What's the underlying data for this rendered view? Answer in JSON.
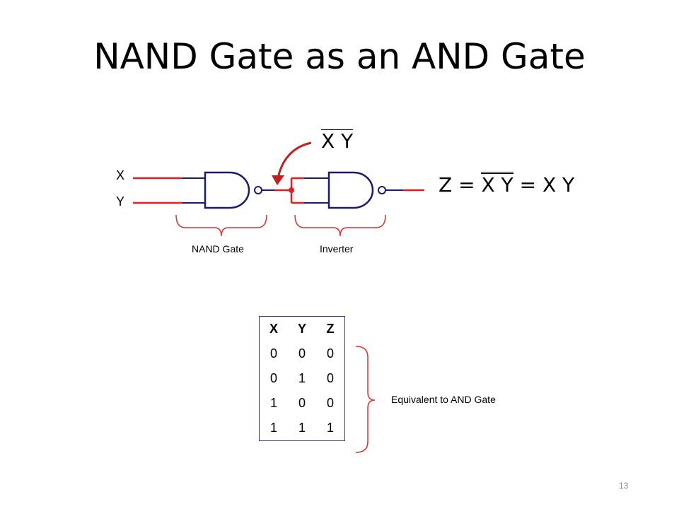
{
  "title": "NAND Gate as an AND Gate",
  "inputs": {
    "x": "X",
    "y": "Y"
  },
  "intermediate_label": "X Y",
  "formula": {
    "lhs": "Z",
    "eq": "=",
    "double_bar": "X Y",
    "eq2": "=",
    "result": "X Y"
  },
  "brace_labels": {
    "nand": "NAND Gate",
    "inverter": "Inverter"
  },
  "truth_table": {
    "headers": [
      "X",
      "Y",
      "Z"
    ],
    "rows": [
      [
        "0",
        "0",
        "0"
      ],
      [
        "0",
        "1",
        "0"
      ],
      [
        "1",
        "0",
        "0"
      ],
      [
        "1",
        "1",
        "1"
      ]
    ]
  },
  "equivalent_label": "Equivalent to AND Gate",
  "page_number": "13",
  "colors": {
    "wire_red": "#e02020",
    "gate": "#1a1a6e",
    "brace": "#e03030",
    "arrow": "#c02020"
  }
}
